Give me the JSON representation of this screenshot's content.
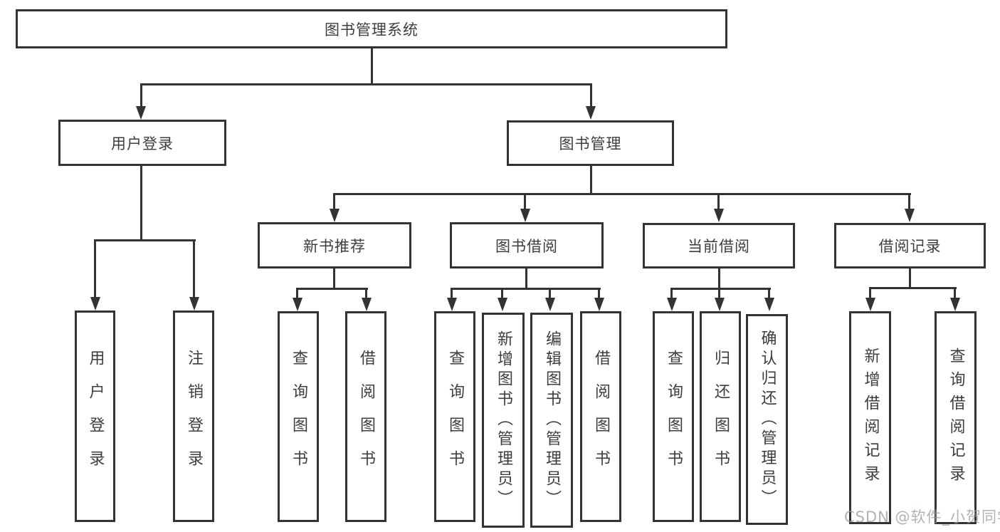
{
  "diagram_title": "图书管理系统",
  "nodes": {
    "root": {
      "label": "图书管理系统"
    },
    "user_login": {
      "label": "用户登录"
    },
    "book_mgmt": {
      "label": "图书管理"
    },
    "new_book_rec": {
      "label": "新书推荐"
    },
    "book_borrow": {
      "label": "图书借阅"
    },
    "current_borrow": {
      "label": "当前借阅"
    },
    "borrow_records": {
      "label": "借阅记录"
    },
    "leaf_user_login": {
      "label": "用户登录"
    },
    "leaf_logout": {
      "label": "注销登录"
    },
    "leaf_query_book_1": {
      "label": "查询图书"
    },
    "leaf_borrow_book_1": {
      "label": "借阅图书"
    },
    "leaf_query_book_2": {
      "label": "查询图书"
    },
    "leaf_add_book": {
      "label": "新增图书（管理员）"
    },
    "leaf_edit_book": {
      "label": "编辑图书（管理员）"
    },
    "leaf_borrow_book_2": {
      "label": "借阅图书"
    },
    "leaf_query_book_3": {
      "label": "查询图书"
    },
    "leaf_return_book": {
      "label": "归还图书"
    },
    "leaf_confirm_return": {
      "label": "确认归还（管理员）"
    },
    "leaf_add_record": {
      "label": "新增借阅记录"
    },
    "leaf_query_record": {
      "label": "查询借阅记录"
    }
  },
  "hierarchy": {
    "图书管理系统": {
      "用户登录": [
        "用户登录",
        "注销登录"
      ],
      "图书管理": {
        "新书推荐": [
          "查询图书",
          "借阅图书"
        ],
        "图书借阅": [
          "查询图书",
          "新增图书（管理员）",
          "编辑图书（管理员）",
          "借阅图书"
        ],
        "当前借阅": [
          "查询图书",
          "归还图书",
          "确认归还（管理员）"
        ],
        "借阅记录": [
          "新增借阅记录",
          "查询借阅记录"
        ]
      }
    }
  },
  "watermark": {
    "text": "CSDN @软件_小贺同学"
  },
  "colors": {
    "line": "#333333",
    "box_border": "#333333",
    "box_fill": "#ffffff",
    "text": "#3d3d3d",
    "watermark": "#94999e",
    "background": "#ffffff"
  }
}
